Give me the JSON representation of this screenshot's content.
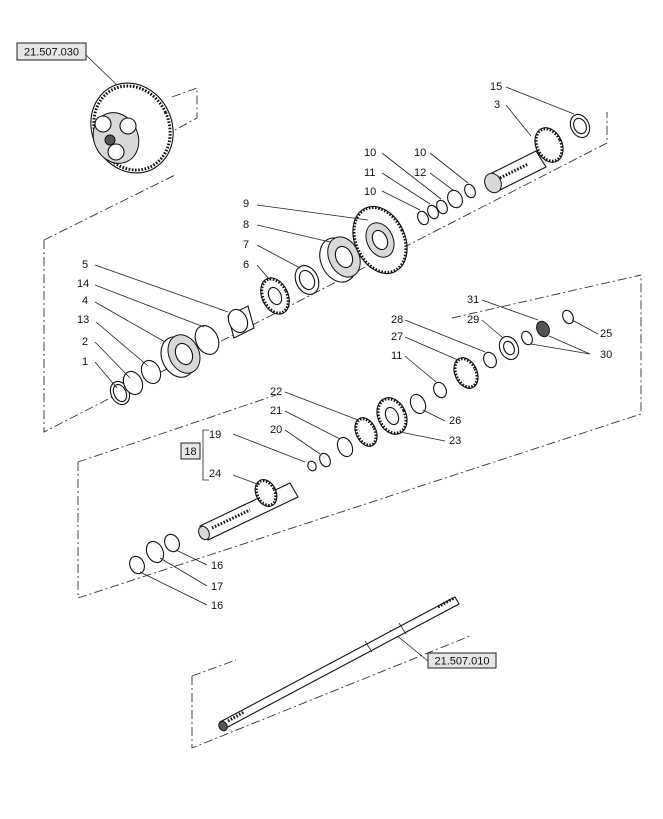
{
  "references": {
    "top": "21.507.030",
    "bottom": "21.507.010",
    "group": "18"
  },
  "labels": {
    "l1": "1",
    "l2": "2",
    "l3": "3",
    "l4": "4",
    "l5": "5",
    "l6": "6",
    "l7": "7",
    "l8": "8",
    "l9": "9",
    "l10a": "10",
    "l10b": "10",
    "l10c": "10",
    "l11a": "11",
    "l11b": "11",
    "l12": "12",
    "l13": "13",
    "l14": "14",
    "l15": "15",
    "l16a": "16",
    "l16b": "16",
    "l17": "17",
    "l19": "19",
    "l20": "20",
    "l21": "21",
    "l22": "22",
    "l23": "23",
    "l24": "24",
    "l25": "25",
    "l26": "26",
    "l27": "27",
    "l28": "28",
    "l29": "29",
    "l30": "30",
    "l31": "31"
  }
}
